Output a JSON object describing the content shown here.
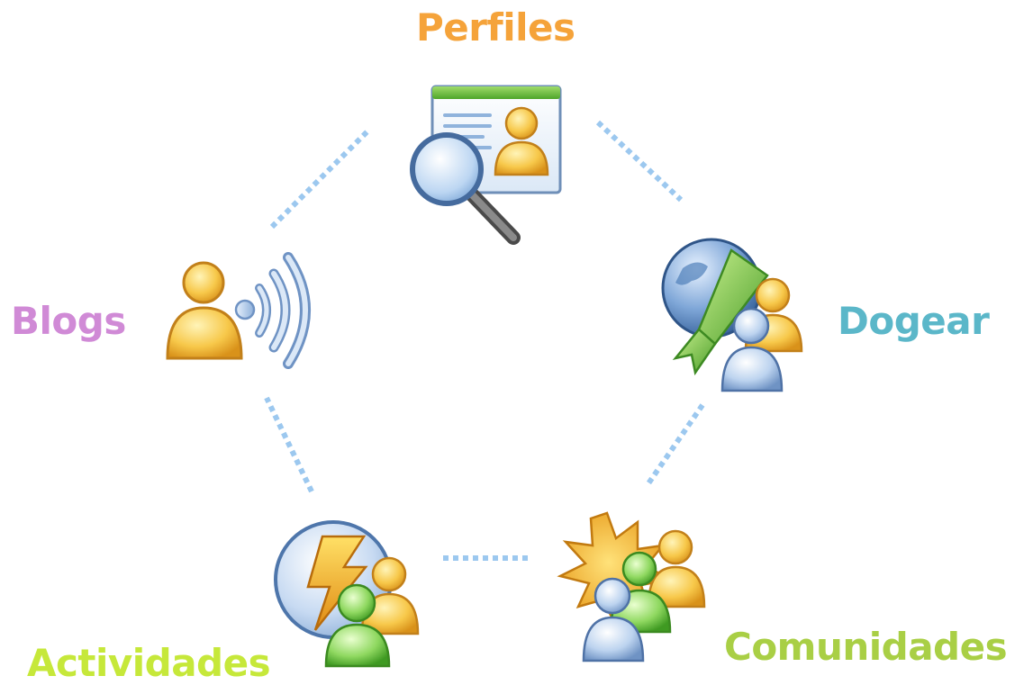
{
  "nodes": [
    {
      "id": "perfiles",
      "label": "Perfiles",
      "color": "#f5a33a",
      "icon": "profile-search-icon"
    },
    {
      "id": "dogear",
      "label": "Dogear",
      "color": "#5bb7c9",
      "icon": "globe-bookmark-people-icon"
    },
    {
      "id": "comunidades",
      "label": "Comunidades",
      "color": "#a9cf45",
      "icon": "community-burst-people-icon"
    },
    {
      "id": "actividades",
      "label": "Actividades",
      "color": "#c6e83a",
      "icon": "activity-lightning-people-icon"
    },
    {
      "id": "blogs",
      "label": "Blogs",
      "color": "#d08ad6",
      "icon": "person-broadcast-icon"
    }
  ],
  "connector_color": "#9cc8ef",
  "edges": [
    [
      "perfiles",
      "dogear"
    ],
    [
      "dogear",
      "comunidades"
    ],
    [
      "comunidades",
      "actividades"
    ],
    [
      "actividades",
      "blogs"
    ],
    [
      "blogs",
      "perfiles"
    ]
  ]
}
